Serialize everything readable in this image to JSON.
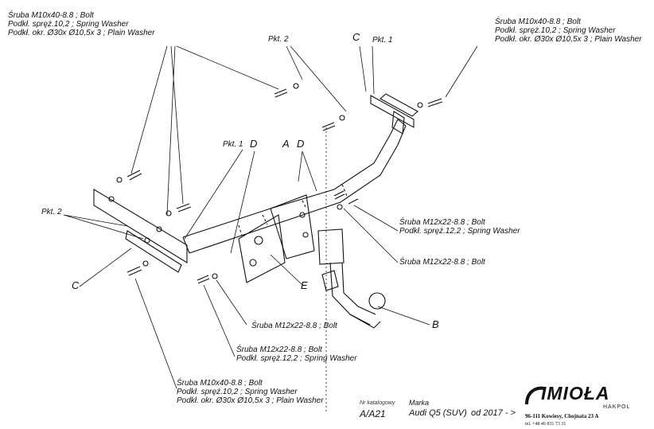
{
  "labels": {
    "top_left": [
      "Śruba M10x40-8.8 ;  Bolt",
      "Podkł. spręż.10,2 ; Spring Washer",
      "Podkł. okr.  Ø30x Ø10,5x 3 ; Plain Washer"
    ],
    "top_right": [
      "Śruba M10x40-8.8 ;  Bolt",
      "Podkł. spręż.10,2 ; Spring Washer",
      "Podkł. okr.  Ø30x Ø10,5x 3 ; Plain Washer"
    ],
    "bottom_left": [
      "Śruba M10x40-8.8 ;  Bolt",
      "Podkł. spręż.10,2 ; Spring Washer",
      "Podkł. okr.  Ø30x Ø10,5x 3 ; Plain Washer"
    ],
    "mid_right_1": [
      "Śruba M12x22-8.8 ;  Bolt",
      "Podkł. spręż.12,2 ; Spring Washer"
    ],
    "mid_right_2": [
      "Śruba M12x22-8.8 ;  Bolt"
    ],
    "mid_center_1": [
      "Śruba M12x22-8.8 ;  Bolt"
    ],
    "mid_center_2": [
      "Śruba M12x22-8.8 ;  Bolt",
      "Podkł. spręż.12,2 ; Spring Washer"
    ]
  },
  "callouts": {
    "pkt2_top": "Pkt. 2",
    "c_top": "C",
    "pkt1_top": "Pkt. 1",
    "pkt1_mid": "Pkt. 1",
    "d_left": "D",
    "a": "A",
    "d_right": "D",
    "pkt2_left": "Pkt. 2",
    "c_left": "C",
    "e": "E",
    "b": "B"
  },
  "footer": {
    "catalog_label": "Nr katalogowy",
    "catalog_number": "A/A21",
    "brand_label": "Marka",
    "vehicle": "Audi Q5 (SUV)",
    "year": "od 2017 - >",
    "logo_text": "IMIOŁA",
    "logo_sub": "HAKPOL",
    "address": "96-111 Kowiesy, Chojnata 23 A",
    "phone": "tel. +48 46 831 73 31"
  }
}
